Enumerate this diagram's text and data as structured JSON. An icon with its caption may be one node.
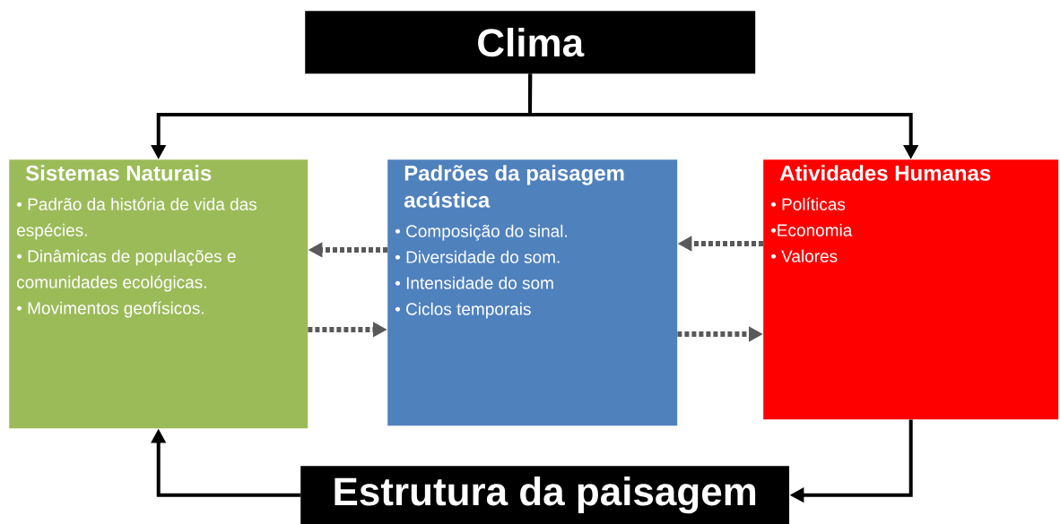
{
  "diagram": {
    "nodes": [
      {
        "text": [
          "Clima"
        ]
      },
      {
        "text": [
          "Sistemas Naturais",
          "• Padrão da história de vida das espécies.",
          "• Dinâmicas de populações e comunidades ecológicas.",
          "• Movimentos geofísicos."
        ]
      },
      {
        "text": [
          "Padrões da paisagem acústica",
          "• Composição do sinal.",
          "• Diversidade do som.",
          "• Intensidade do som",
          "• Ciclos temporais"
        ]
      },
      {
        "text": [
          "Atividades Humanas",
          "• Políticas",
          "•Economia",
          "• Valores"
        ]
      },
      {
        "text": [
          "Estrutura da paisagem"
        ]
      }
    ],
    "edges": [
      {
        "from": 0,
        "to": 1,
        "arrow": "to"
      },
      {
        "from": 0,
        "to": 3,
        "arrow": "to"
      },
      {
        "from": 2,
        "to": 1,
        "arrow": "to",
        "style": "dashed",
        "color": "#595959"
      },
      {
        "from": 1,
        "to": 2,
        "arrow": "to",
        "style": "dashed",
        "color": "#595959"
      },
      {
        "from": 3,
        "to": 2,
        "arrow": "to",
        "style": "dashed",
        "color": "#595959"
      },
      {
        "from": 2,
        "to": 3,
        "arrow": "to",
        "style": "dashed",
        "color": "#595959"
      },
      {
        "from": 3,
        "to": 4,
        "arrow": "to"
      },
      {
        "from": 4,
        "to": 1,
        "arrow": "to"
      }
    ]
  }
}
